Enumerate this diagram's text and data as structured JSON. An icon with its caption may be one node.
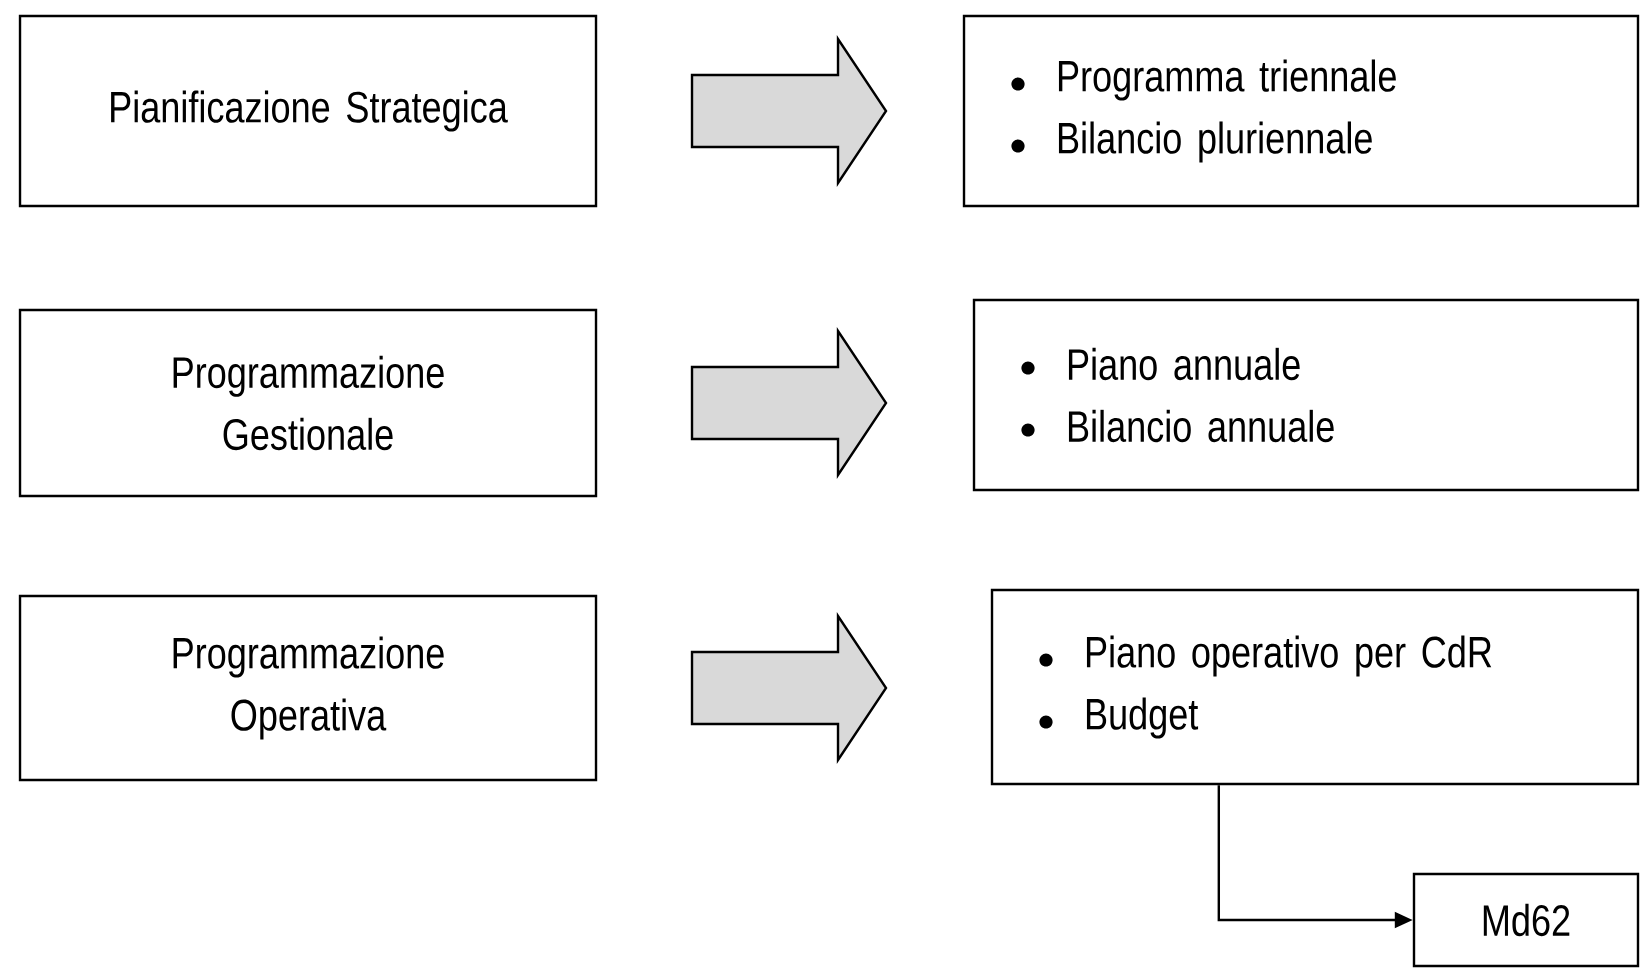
{
  "diagram": {
    "nodes": [
      {
        "text": [
          "Pianificazione Strategica"
        ]
      },
      {
        "text": [
          "Programma triennale",
          "Bilancio pluriennale"
        ]
      },
      {
        "text": [
          "Programmazione Gestionale"
        ]
      },
      {
        "text": [
          "Piano annuale",
          "Bilancio annuale"
        ]
      },
      {
        "text": [
          "Programmazione Operativa"
        ]
      },
      {
        "text": [
          "Piano operativo per CdR",
          "Budget"
        ]
      },
      {
        "text": [
          "Md62"
        ]
      }
    ],
    "edges": [
      {
        "from": 0,
        "to": 1,
        "arrow": "to"
      },
      {
        "from": 2,
        "to": 3,
        "arrow": "to"
      },
      {
        "from": 4,
        "to": 5,
        "arrow": "to"
      },
      {
        "from": 5,
        "to": 6,
        "arrow": "to"
      }
    ]
  }
}
